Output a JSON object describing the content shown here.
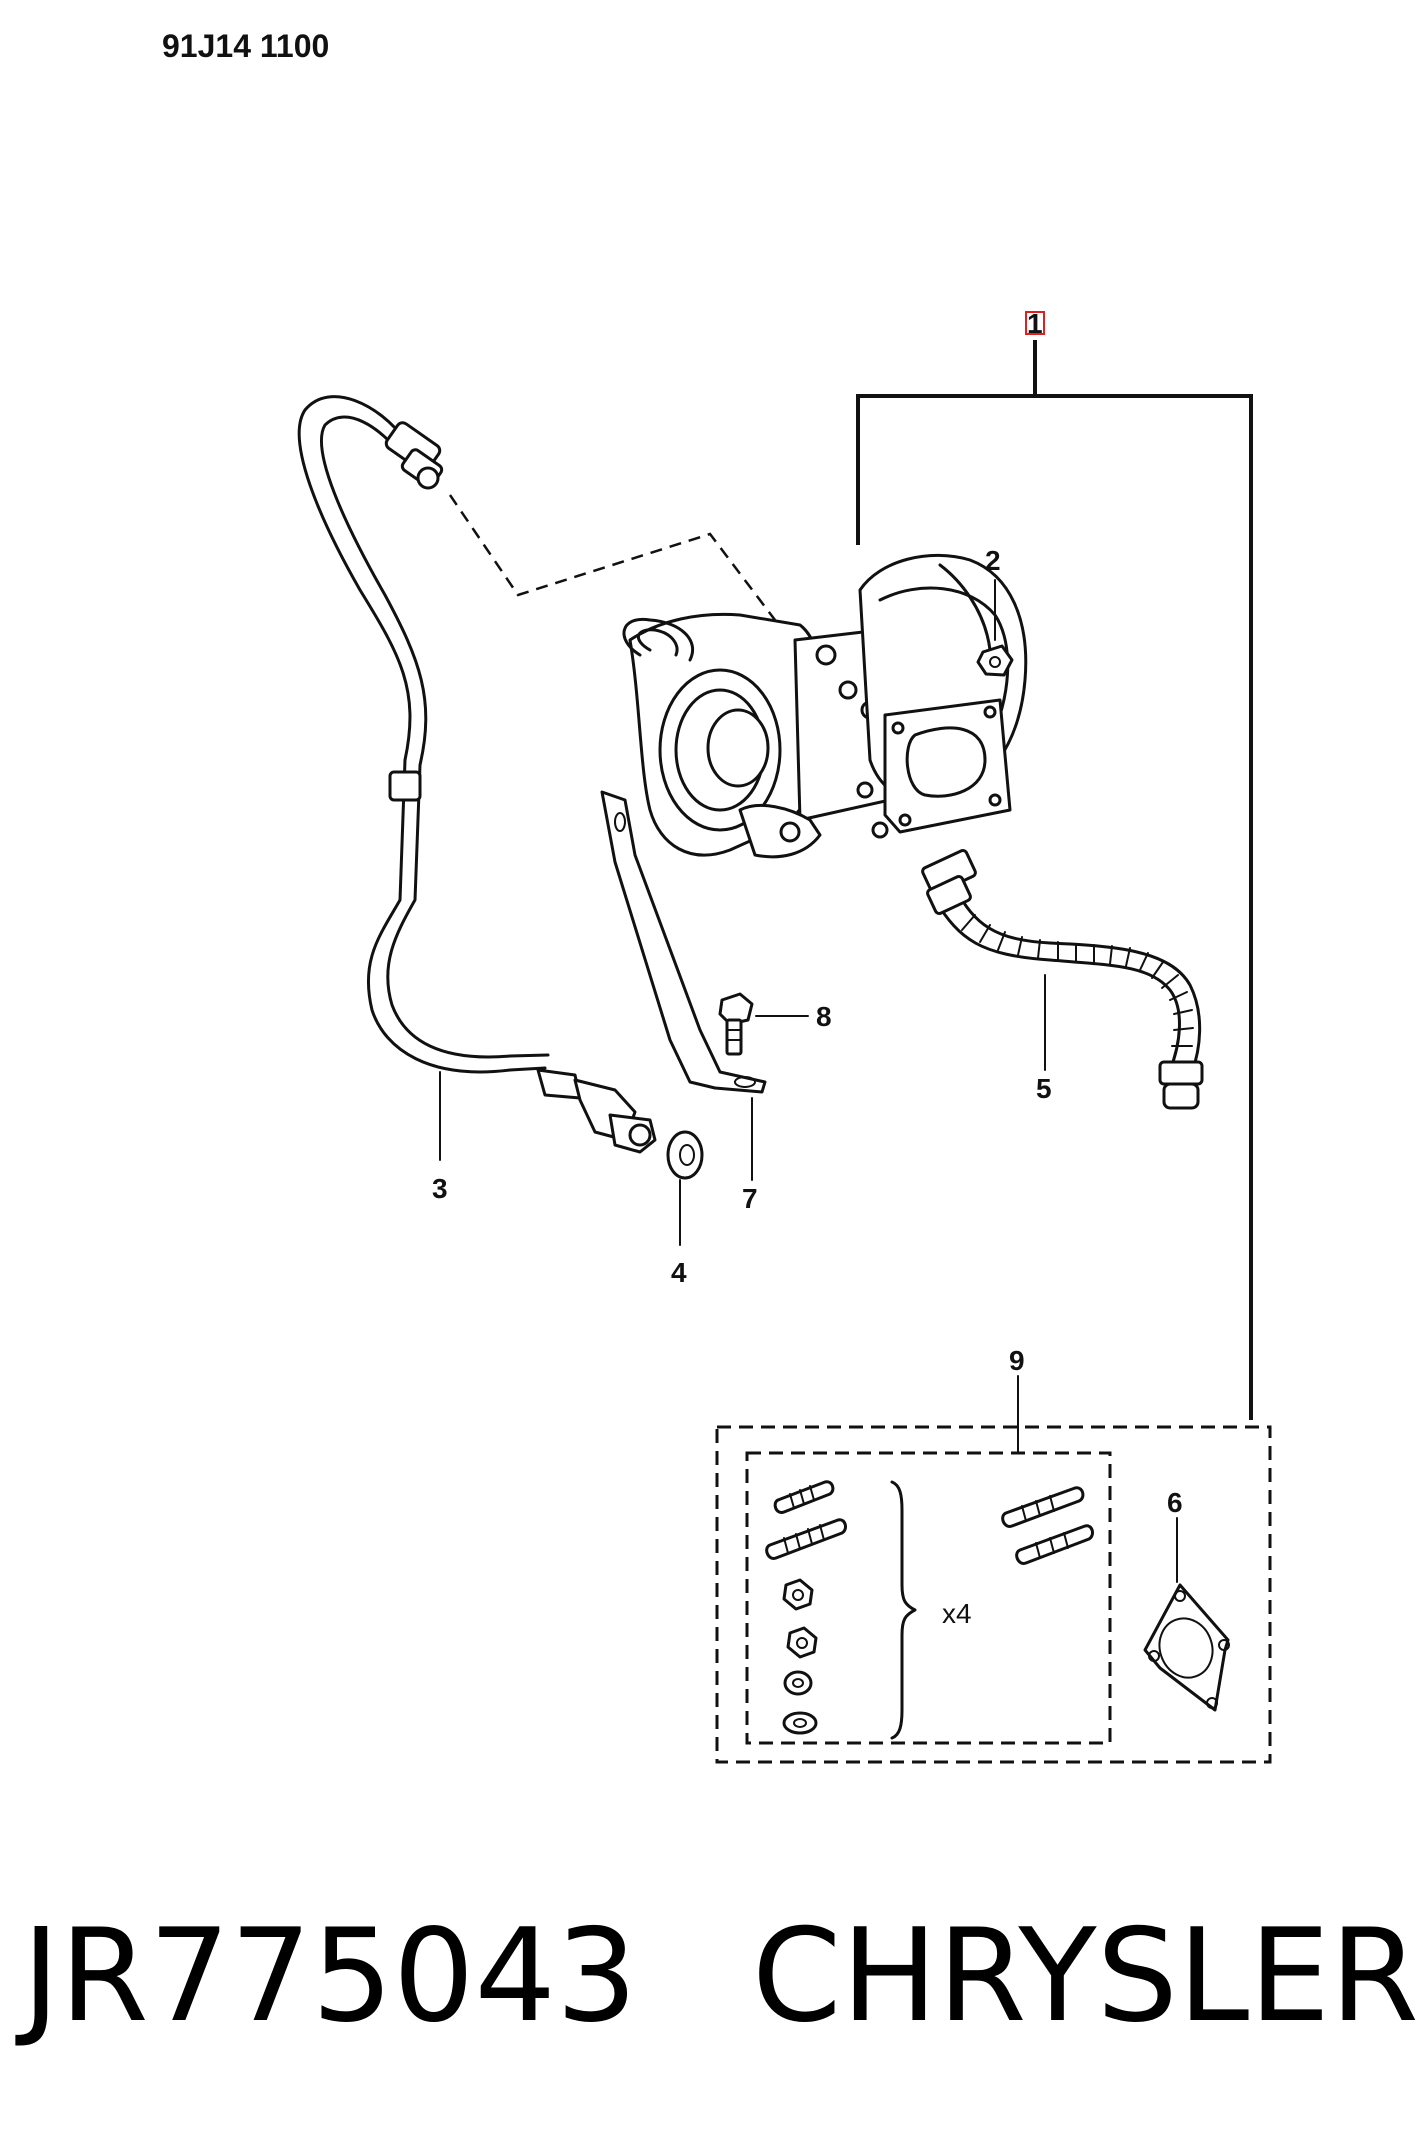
{
  "header": {
    "diagram_code": "91J14 1100"
  },
  "callouts": {
    "c1": "1",
    "c2": "2",
    "c3": "3",
    "c4": "4",
    "c5": "5",
    "c6": "6",
    "c7": "7",
    "c8": "8",
    "c9": "9"
  },
  "kit": {
    "quantity_label": "x4"
  },
  "caption": {
    "part_number": "JR775043",
    "brand": "CHRYSLER"
  },
  "colors": {
    "line": "#111111",
    "highlight": "#e02020",
    "background": "#ffffff"
  }
}
